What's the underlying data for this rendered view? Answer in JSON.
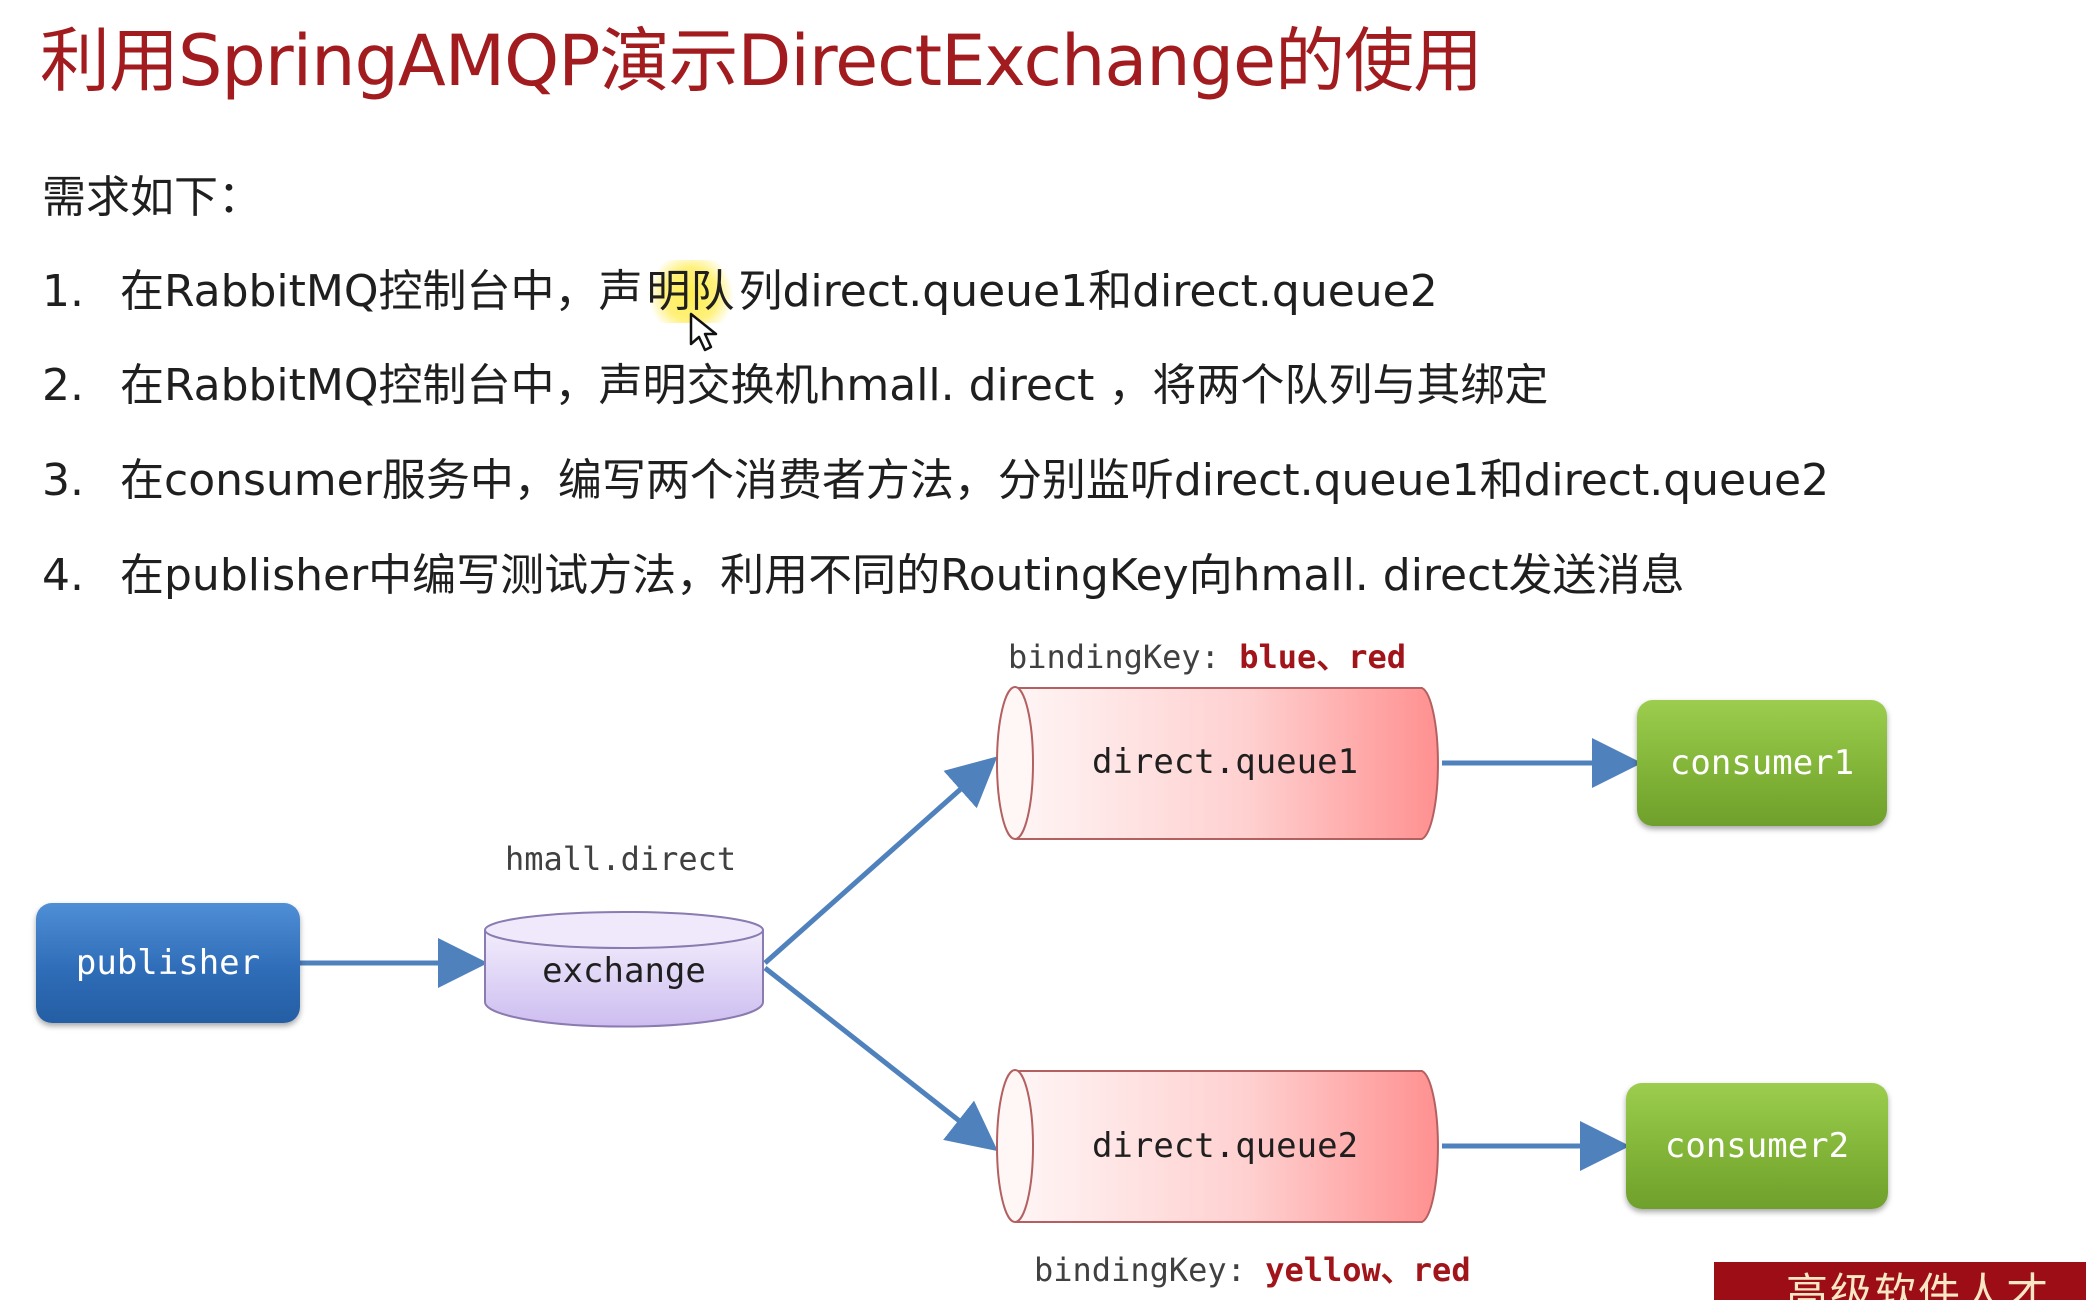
{
  "title": "利用SpringAMQP演示DirectExchange的使用",
  "intro": "需求如下：",
  "requirements": [
    {
      "num": "1.",
      "before_highlight": "在RabbitMQ控制台中，声",
      "highlight": "明队",
      "after_highlight": "列direct.queue1和direct.queue2"
    },
    {
      "num": "2.",
      "text": "在RabbitMQ控制台中，声明交换机hmall. direct ，将两个队列与其绑定"
    },
    {
      "num": "3.",
      "text": "在consumer服务中，编写两个消费者方法，分别监听direct.queue1和direct.queue2"
    },
    {
      "num": "4.",
      "text": "在publisher中编写测试方法，利用不同的RoutingKey向hmall. direct发送消息"
    }
  ],
  "diagram": {
    "publisher": "publisher",
    "exchange_name": "hmall.direct",
    "exchange": "exchange",
    "queue1": "direct.queue1",
    "queue2": "direct.queue2",
    "consumer1": "consumer1",
    "consumer2": "consumer2",
    "binding1_label": "bindingKey:",
    "binding1_keys": "blue、red",
    "binding2_label": "bindingKey:",
    "binding2_keys": "yellow、red"
  },
  "badge": {
    "text": "高级软件人才"
  },
  "colors": {
    "title": "#a11b1f",
    "binding_keys": "#a1141a",
    "publisher": "#2f6db8",
    "consumer": "#7fb236",
    "exchange": "#d9ccf2",
    "queue": "#ff9e9e",
    "arrow": "#4f81bd",
    "badge": "#9d0d15"
  },
  "icons": {
    "cursor": "mouse-pointer-icon"
  }
}
